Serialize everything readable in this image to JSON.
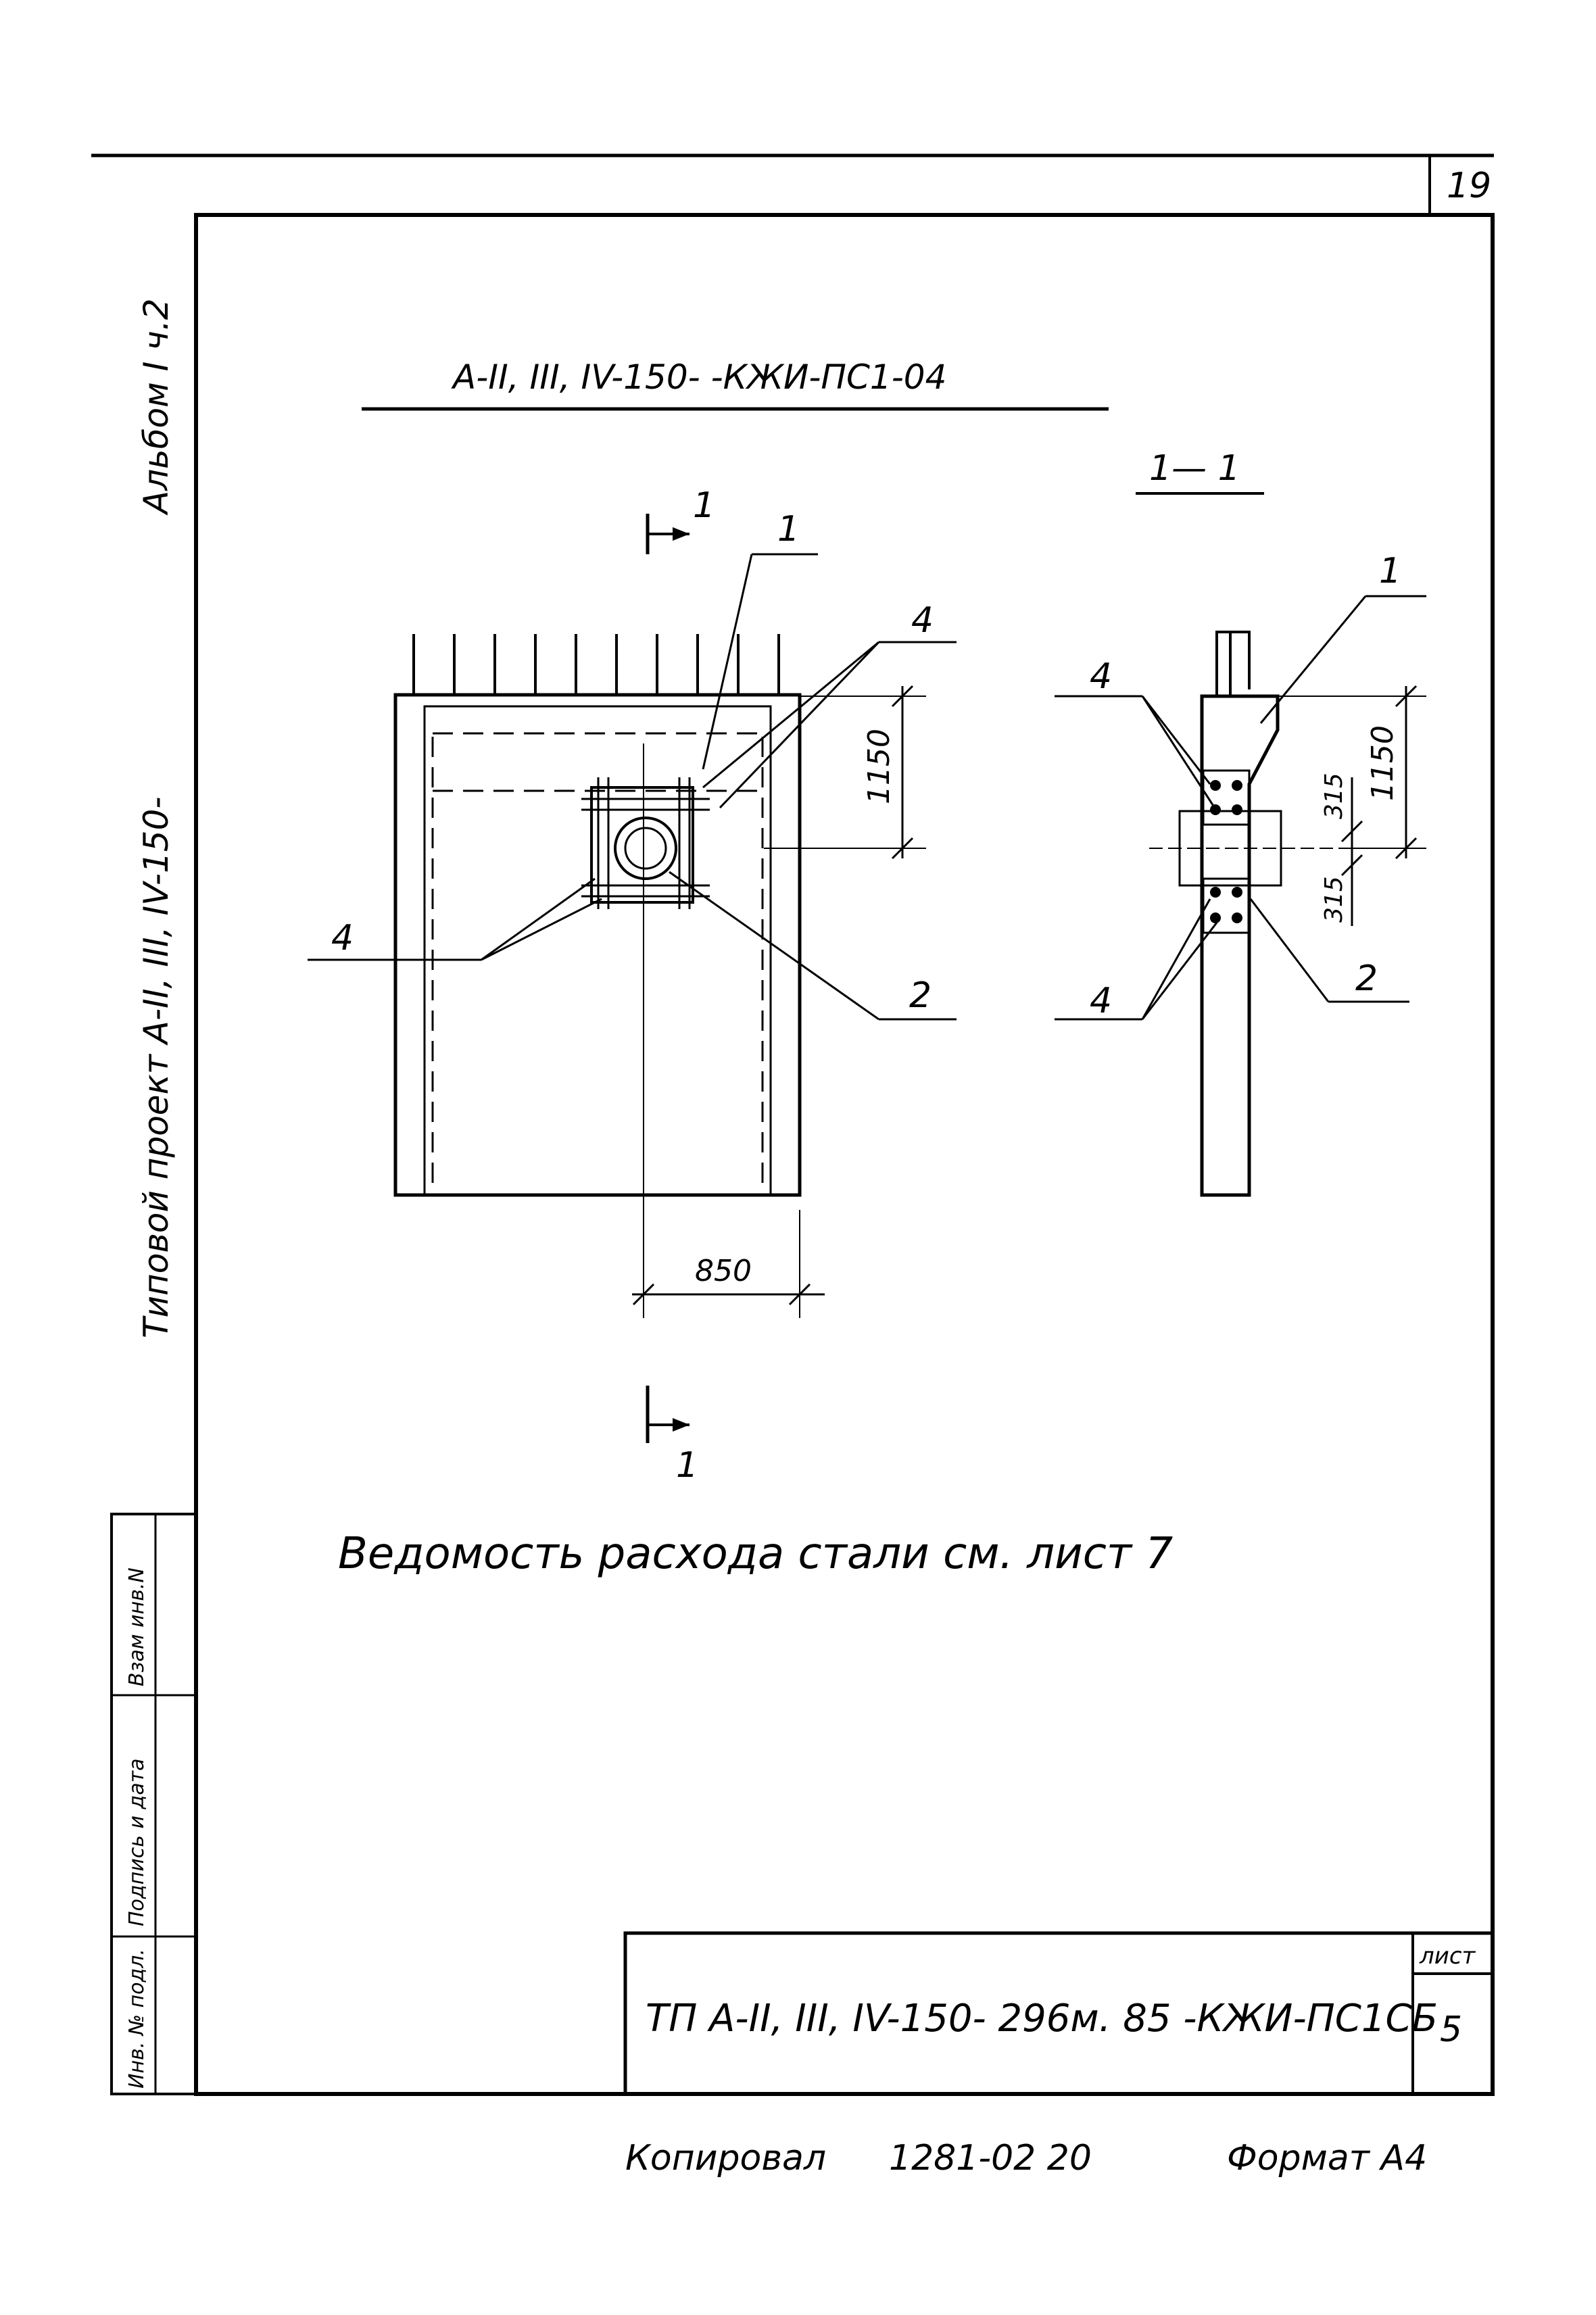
{
  "sheet": {
    "page_number": "19",
    "album_label": "Альбом I ч.2",
    "project_label": "Типовой проект А-II, III, IV-150-",
    "drawing_title": "А-II, III, IV-150- -КЖИ-ПС1-04",
    "section_label": "1— 1",
    "note": "Ведомость расхода стали см. лист 7"
  },
  "front_view": {
    "section_mark_top": "1",
    "section_mark_bottom": "1",
    "dim_height": "1150",
    "dim_width": "850",
    "callouts": [
      "1",
      "4",
      "4",
      "2"
    ]
  },
  "side_view": {
    "dim_height": "1150",
    "dim_upper": "315",
    "dim_lower": "315",
    "callouts": [
      "1",
      "4",
      "4",
      "2"
    ]
  },
  "side_stamp": {
    "cells": [
      "Взам инв.N",
      "Подпись и дата",
      "Инв. № подл."
    ]
  },
  "title_block": {
    "designation": "ТП А-II, III, IV-150- 296м. 85 -КЖИ-ПС1СБ",
    "sheet_label": "лист",
    "sheet_number": "5"
  },
  "footer": {
    "copied": "Копировал",
    "code": "1281-02 20",
    "format": "Формат А4"
  }
}
